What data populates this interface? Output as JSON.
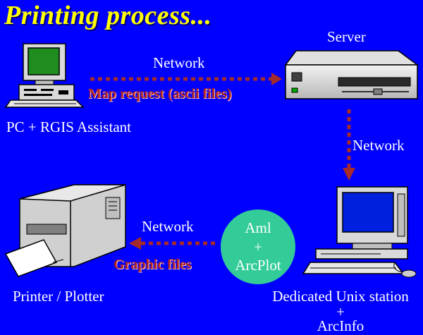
{
  "title": "Printing process...",
  "nodes": {
    "pc": {
      "label": "PC + RGIS Assistant"
    },
    "server": {
      "label": "Server"
    },
    "workstation": {
      "label_line1": "Dedicated Unix station",
      "label_line2": "+",
      "label_line3": "ArcInfo"
    },
    "printer": {
      "label": "Printer / Plotter"
    },
    "process": {
      "line1": "Aml",
      "line2": "+",
      "line3": "ArcPlot"
    }
  },
  "links": {
    "pc_server": {
      "network": "Network",
      "payload": "Map request (ascii files)"
    },
    "server_station": {
      "network": "Network"
    },
    "station_printer": {
      "network": "Network",
      "payload": "Graphic files"
    }
  },
  "colors": {
    "background": "#0000ff",
    "title": "#ffff00",
    "arrow": "#a52a2a",
    "process_circle": "#33cc99"
  }
}
